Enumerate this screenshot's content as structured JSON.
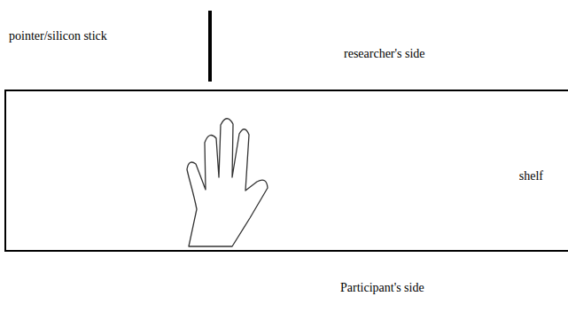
{
  "diagram": {
    "nodes": [
      {
        "text": [
          "shelf"
        ]
      }
    ],
    "labels": [
      "pointer/silicon stick",
      "researcher's side",
      "Participant's side"
    ]
  }
}
